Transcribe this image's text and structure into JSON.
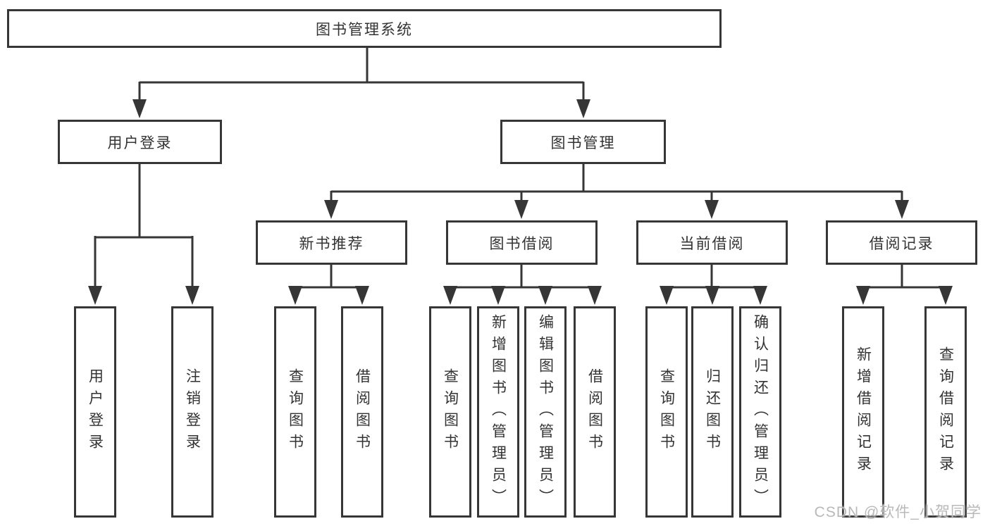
{
  "diagram": {
    "tree": {
      "label": "图书管理系统",
      "children": [
        {
          "label": "用户登录",
          "children": [
            {
              "label": "用户登录"
            },
            {
              "label": "注销登录"
            }
          ]
        },
        {
          "label": "图书管理",
          "children": [
            {
              "label": "新书推荐",
              "children": [
                {
                  "label": "查询图书"
                },
                {
                  "label": "借阅图书"
                }
              ]
            },
            {
              "label": "图书借阅",
              "children": [
                {
                  "label": "查询图书"
                },
                {
                  "label": "新增图书（管理员）"
                },
                {
                  "label": "编辑图书（管理员）"
                },
                {
                  "label": "借阅图书"
                }
              ]
            },
            {
              "label": "当前借阅",
              "children": [
                {
                  "label": "查询图书"
                },
                {
                  "label": "归还图书"
                },
                {
                  "label": "确认归还（管理员）"
                }
              ]
            },
            {
              "label": "借阅记录",
              "children": [
                {
                  "label": "新增借阅记录"
                },
                {
                  "label": "查询借阅记录"
                }
              ]
            }
          ]
        }
      ]
    },
    "colors": {
      "line": "#363636",
      "text": "#333333",
      "background": "#ffffff",
      "watermark": "#b9b9b9"
    }
  },
  "watermark": {
    "text": "CSDN @软件_小贺同学"
  }
}
